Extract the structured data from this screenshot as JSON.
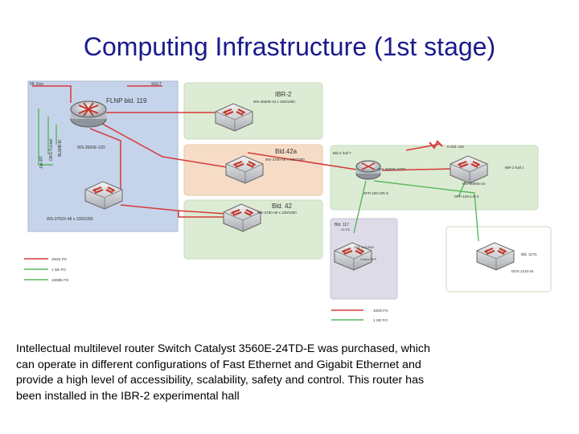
{
  "title": "Computing Infrastructure (1st stage)",
  "diagram": {
    "flnp": {
      "name": "FLNP bld. 119",
      "top_left_text": "5K 1ms",
      "top_right_text": "SGLT",
      "router_model": "WS-3560E-12D",
      "switch_model": "WS-3750X-48 x 100/1000",
      "vertical_labels": [
        "Jinr-RT",
        "OKS-Tunnel",
        "BLIMB-M"
      ]
    },
    "ibr2": {
      "name": "IBR-2",
      "model": "WS-3560E-24 x 100/1000"
    },
    "bld42a": {
      "name": "Bld.42a",
      "model": "WS-3750-48 x 100/1000"
    },
    "bld42": {
      "name": "Bld. 42",
      "model": "WS-3750-48 x 100/1000"
    },
    "center": {
      "top_text": "Bld-2 hall 7",
      "model": "WS-3560E-24TD",
      "sfp_text": "SFP-10G-SR-S",
      "link_text": "to bld. 119"
    },
    "ibr2hall": {
      "name": "IBR-2 hall 1",
      "model": "WS-3560E-24",
      "sfp_text": "SFP-10G-LR-S"
    },
    "bld117": {
      "name": "Bld. 117",
      "sub": "10 GE",
      "text1": "GE1 10/100M",
      "text2": "2 links SFP"
    },
    "far_right": {
      "name": "Bld. 117G",
      "model": "DGS 1210-24"
    },
    "legend_left": [
      "10GE FO",
      "1 GE FO",
      "100Mb FO"
    ],
    "legend_bottom": [
      "10Gb FO",
      "1 GE FO"
    ]
  },
  "caption": "Intellectual multilevel router Switch Catalyst 3560E-24TD-E was purchased, which can operate in different configurations of Fast Ethernet and Gigabit Ethernet and provide a high level of accessibility, scalability, safety and control. This router has been installed in the IBR-2 experimental hall",
  "colors": {
    "title": "#1a1a8c",
    "blue_panel": "#c5d4ea",
    "green_panel": "#dcebd3",
    "orange_panel": "#f6dcc6",
    "lavender_panel": "#dddbe8",
    "red_link": "#d63a3a",
    "green_link": "#55b85a"
  }
}
